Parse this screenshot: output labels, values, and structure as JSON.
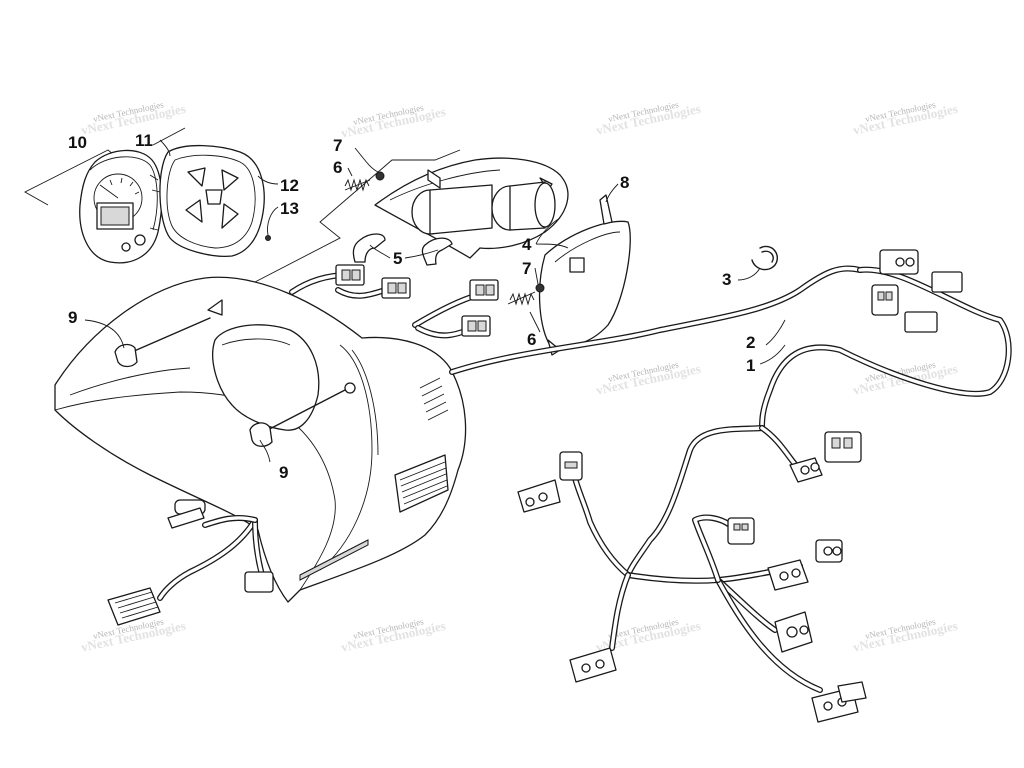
{
  "diagram": {
    "callouts": [
      {
        "id": "c1",
        "label": "1"
      },
      {
        "id": "c2",
        "label": "2"
      },
      {
        "id": "c3",
        "label": "3"
      },
      {
        "id": "c4",
        "label": "4"
      },
      {
        "id": "c5",
        "label": "5"
      },
      {
        "id": "c6a",
        "label": "6"
      },
      {
        "id": "c6b",
        "label": "6"
      },
      {
        "id": "c7a",
        "label": "7"
      },
      {
        "id": "c7b",
        "label": "7"
      },
      {
        "id": "c8",
        "label": "8"
      },
      {
        "id": "c9a",
        "label": "9"
      },
      {
        "id": "c9b",
        "label": "9"
      },
      {
        "id": "c10",
        "label": "10"
      },
      {
        "id": "c11",
        "label": "11"
      },
      {
        "id": "c12",
        "label": "12"
      },
      {
        "id": "c13",
        "label": "13"
      }
    ],
    "watermark": {
      "small": "vNext Technologies",
      "large": "vNext Technologies"
    }
  }
}
